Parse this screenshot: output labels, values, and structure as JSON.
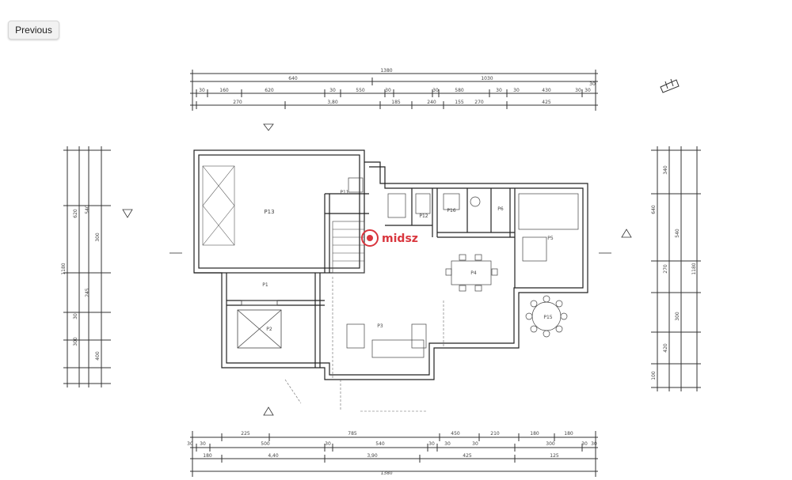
{
  "nav": {
    "previous_label": "Previous"
  },
  "plan": {
    "logo_text": "midsz",
    "room_labels": {
      "p13": "P13",
      "p11": "P11",
      "p12": "P12",
      "p1": "P1",
      "p2": "P2",
      "p3": "P3",
      "p4": "P4",
      "p5": "P5",
      "p6": "P6",
      "p15": "P15",
      "p16": "P16"
    },
    "dims_top_outer": "1380",
    "dims_top_row1": [
      "640",
      "1030"
    ],
    "dims_top_row2": [
      "30",
      "160",
      "620",
      "30",
      "550",
      "30",
      "30",
      "580",
      "30",
      "30",
      "430",
      "30",
      "30",
      "30"
    ],
    "dims_top_row3": [
      "270",
      "3,80",
      "185",
      "240",
      "155",
      "270",
      "425"
    ],
    "dims_bottom_outer": "1380",
    "dims_bottom_row1": [
      "225",
      "785",
      "450",
      "210",
      "180",
      "180"
    ],
    "dims_bottom_row2": [
      "30",
      "30",
      "500",
      "30",
      "540",
      "30",
      "30",
      "30",
      "300",
      "30",
      "30"
    ],
    "dims_bottom_row3": [
      "180",
      "4,40",
      "3,90",
      "425",
      "125"
    ],
    "dims_left_outer": "1180",
    "dims_left": [
      "620",
      "540",
      "300",
      "245",
      "300",
      "30",
      "400"
    ],
    "dims_right_outer": "1180",
    "dims_right": [
      "340",
      "540",
      "270",
      "640",
      "300",
      "420",
      "100"
    ]
  }
}
